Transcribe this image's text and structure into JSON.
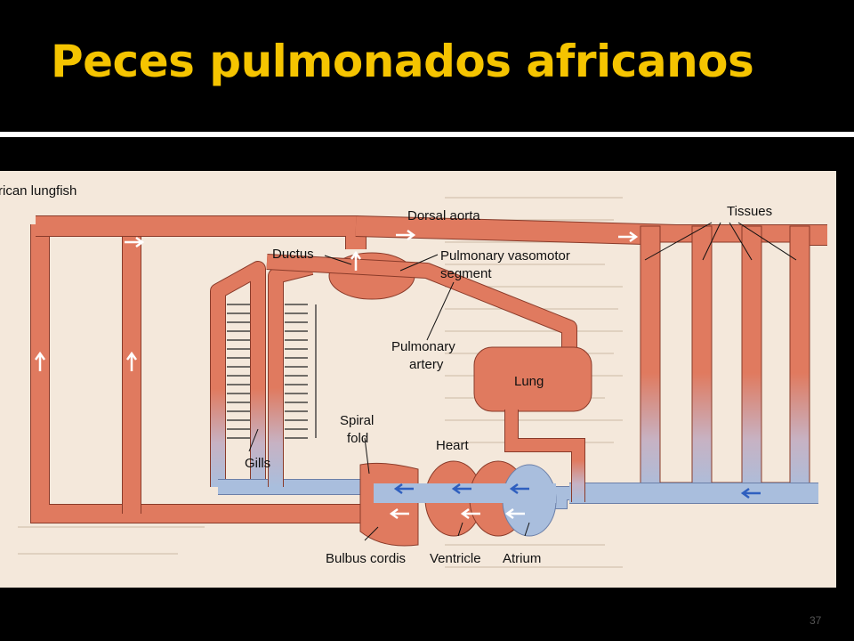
{
  "slide": {
    "title": "Peces pulmonados africanos",
    "page_number": "37"
  },
  "figure": {
    "caption_fragment": "rican lungfish",
    "labels": {
      "dorsal_aorta": "Dorsal aorta",
      "tissues": "Tissues",
      "ductus": "Ductus",
      "pulmonary_vasomotor_1": "Pulmonary vasomotor",
      "pulmonary_vasomotor_2": "segment",
      "pulmonary_artery_1": "Pulmonary",
      "pulmonary_artery_2": "artery",
      "lung": "Lung",
      "spiral_fold_1": "Spiral",
      "spiral_fold_2": "fold",
      "heart": "Heart",
      "gills": "Gills",
      "bulbus_cordis": "Bulbus cordis",
      "ventricle": "Ventricle",
      "atrium": "Atrium"
    },
    "colors": {
      "oxygenated": "#E07A5F",
      "deoxygenated": "#A9BEDD",
      "arrow_light": "#FFFFFF",
      "arrow_red": "#D23A2A",
      "arrow_blue": "#2F5FBF",
      "paper": "#F4E8DB"
    }
  }
}
